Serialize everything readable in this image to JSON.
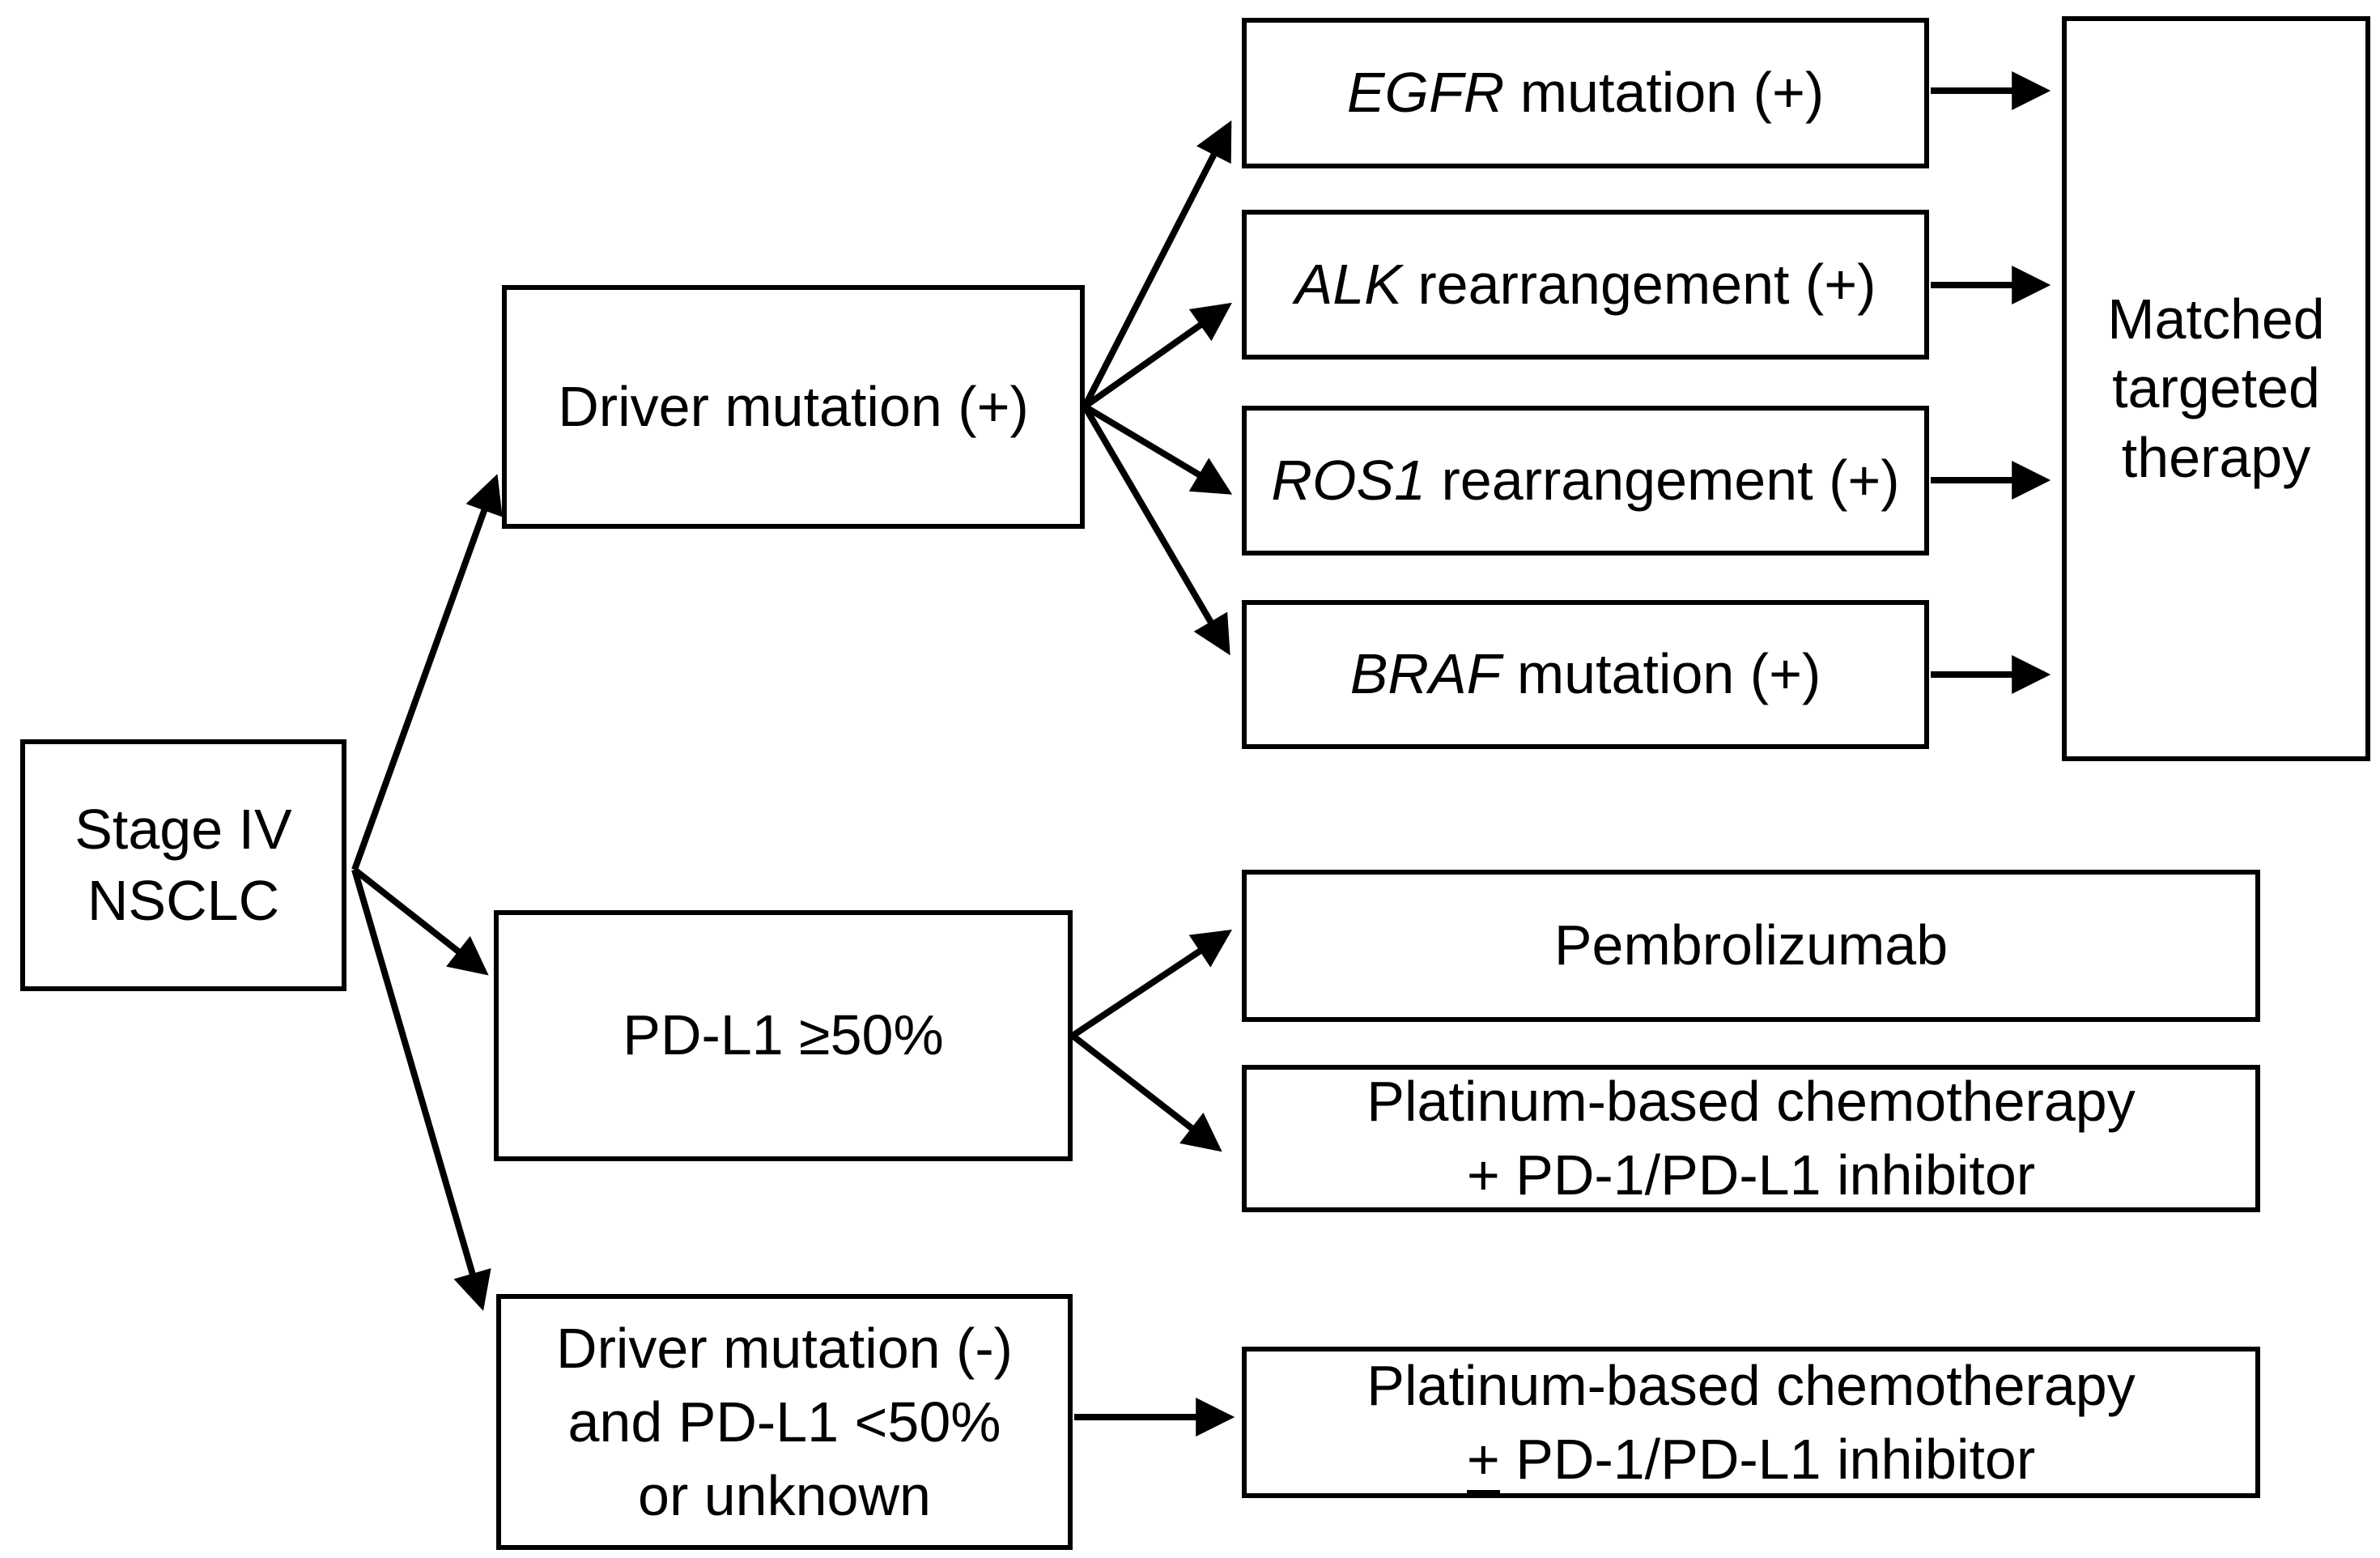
{
  "diagram": {
    "root": {
      "line1": "Stage IV",
      "line2": "NSCLC"
    },
    "branches": {
      "driver_positive": {
        "label": "Driver mutation (+)"
      },
      "pdl1_high": {
        "label": "PD-L1 ≥50%"
      },
      "driver_negative": {
        "line1": "Driver mutation (-)",
        "line2": "and PD-L1 <50%",
        "line3": "or unknown"
      }
    },
    "mutations": [
      {
        "gene": "EGFR",
        "rest": " mutation (+)"
      },
      {
        "gene": "ALK",
        "rest": " rearrangement (+)"
      },
      {
        "gene": "ROS1",
        "rest": " rearrangement (+)"
      },
      {
        "gene": "BRAF",
        "rest": " mutation (+)"
      }
    ],
    "matched_therapy": {
      "line1": "Matched",
      "line2": "targeted",
      "line3": "therapy"
    },
    "pdl1_outcomes": {
      "pembrolizumab": "Pembrolizumab",
      "chemo_io": {
        "line1": "Platinum-based chemotherapy",
        "line2": "+ PD-1/PD-L1 inhibitor"
      }
    },
    "driver_negative_outcome": {
      "line1": "Platinum-based chemotherapy",
      "plus_minus": "+",
      "line2_rest": " PD-1/PD-L1 inhibitor"
    }
  },
  "colors": {
    "background": "#ffffff",
    "box_border": "#000000",
    "text": "#000000",
    "arrow": "#000000"
  }
}
